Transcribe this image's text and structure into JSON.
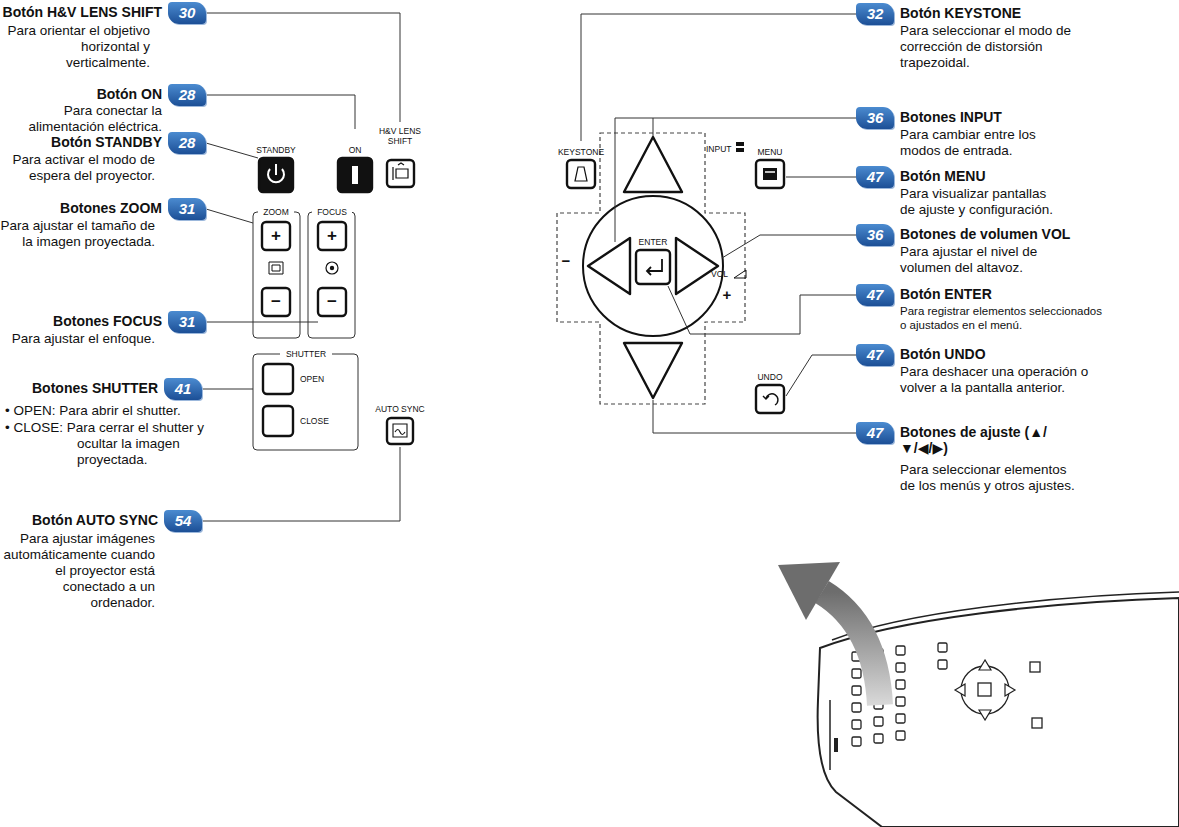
{
  "diagram": {
    "nodes": [
      {
        "text": [
          "30"
        ]
      },
      {
        "text": [
          "28"
        ]
      },
      {
        "text": [
          "28"
        ]
      },
      {
        "text": [
          "31"
        ]
      },
      {
        "text": [
          "31"
        ]
      },
      {
        "text": [
          "41"
        ]
      },
      {
        "text": [
          "54"
        ]
      },
      {
        "text": [
          "32"
        ]
      },
      {
        "text": [
          "36"
        ]
      },
      {
        "text": [
          "47"
        ]
      },
      {
        "text": [
          "36"
        ]
      },
      {
        "text": [
          "47"
        ]
      },
      {
        "text": [
          "47"
        ]
      },
      {
        "text": [
          "47"
        ]
      }
    ],
    "labels": [
      "Botón H&V LENS SHIFT",
      "Para orientar el objetivo horizontal y verticalmente.",
      "Botón ON",
      "Para conectar la alimentación eléctrica.",
      "Botón STANDBY",
      "Para activar el modo de espera del proyector.",
      "Botones ZOOM",
      "Para ajustar el tamaño de la imagen proyectada.",
      "Botones FOCUS",
      "Para ajustar el enfoque.",
      "Botones SHUTTER",
      "• OPEN: Para abrir el shutter.",
      "• CLOSE: Para cerrar el shutter y ocultar la imagen proyectada.",
      "Botón AUTO SYNC",
      "Para ajustar imágenes automáticamente cuando el proyector está conectado a un ordenador.",
      "STANDBY",
      "ON",
      "H&V LENS SHIFT",
      "ZOOM",
      "+",
      "−",
      "FOCUS",
      "+",
      "−",
      "SHUTTER",
      "OPEN",
      "CLOSE",
      "AUTO SYNC",
      "KEYSTONE",
      "INPUT",
      "MENU",
      "ENTER",
      "VOL",
      "−",
      "+",
      "UNDO",
      "Botón KEYSTONE",
      "Para seleccionar el modo de corrección de distorsión trapezoidal.",
      "Botones INPUT",
      "Para cambiar entre los modos de entrada.",
      "Botón MENU",
      "Para visualizar pantallas de ajuste y configuración.",
      "Botones de volumen VOL",
      "Para ajustar el nivel de volumen del altavoz.",
      "Botón ENTER",
      "Para registrar elementos seleccionados o ajustados en el menú.",
      "Botón UNDO",
      "Para deshacer una operación o volver a la pantalla anterior.",
      "Botones de ajuste (▲/▼/◀/▶)",
      "Para seleccionar elementos de los menús y otros ajustes."
    ]
  }
}
